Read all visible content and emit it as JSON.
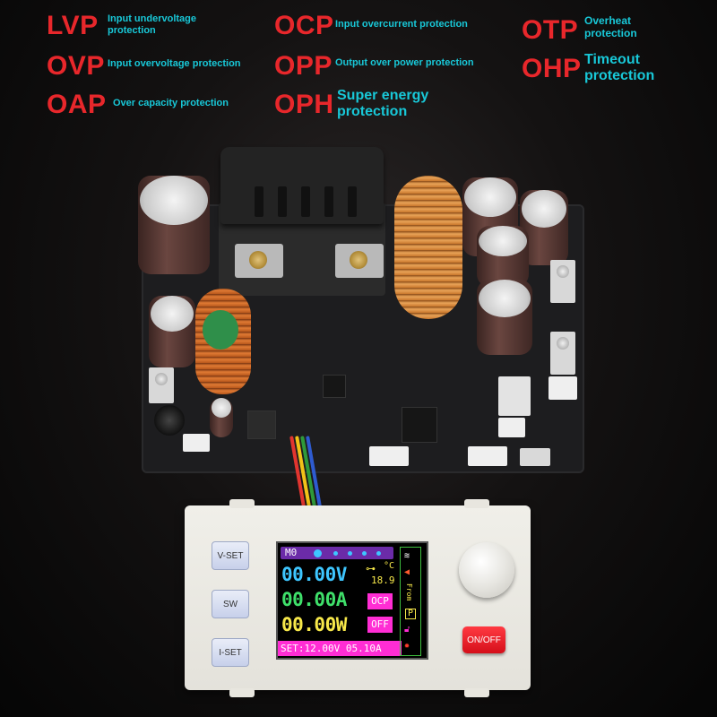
{
  "protections": [
    {
      "code": "LVP",
      "desc": "Input undervoltage protection"
    },
    {
      "code": "OVP",
      "desc": "Input overvoltage protection"
    },
    {
      "code": "OAP",
      "desc": "Over capacity protection"
    },
    {
      "code": "OCP",
      "desc": "Input overcurrent protection"
    },
    {
      "code": "OPP",
      "desc": "Output over power protection"
    },
    {
      "code": "OPH",
      "desc": "Super energy protection"
    },
    {
      "code": "OTP",
      "desc": "Overheat protection"
    },
    {
      "code": "OHP",
      "desc": "Timeout protection"
    }
  ],
  "colors": {
    "code": "#e8272b",
    "desc": "#18c8d8",
    "voltage": "#3ec6ff",
    "current": "#3fe06a",
    "power": "#f7e84a",
    "accent": "#ff2dd4"
  },
  "panel": {
    "buttons": {
      "vset": "V-SET",
      "sw": "SW",
      "iset": "I-SET",
      "onoff": "ON/OFF"
    },
    "display": {
      "mode": "M0",
      "voltage": "00.00V",
      "current": "00.00A",
      "power": "00.00W",
      "temperature": "18.9",
      "temp_unit": "°C",
      "protect_tag": "OCP",
      "output_tag": "OFF",
      "source_label": "From",
      "source_value": "P",
      "setpoint": "SET:12.00V 05.10A"
    }
  }
}
